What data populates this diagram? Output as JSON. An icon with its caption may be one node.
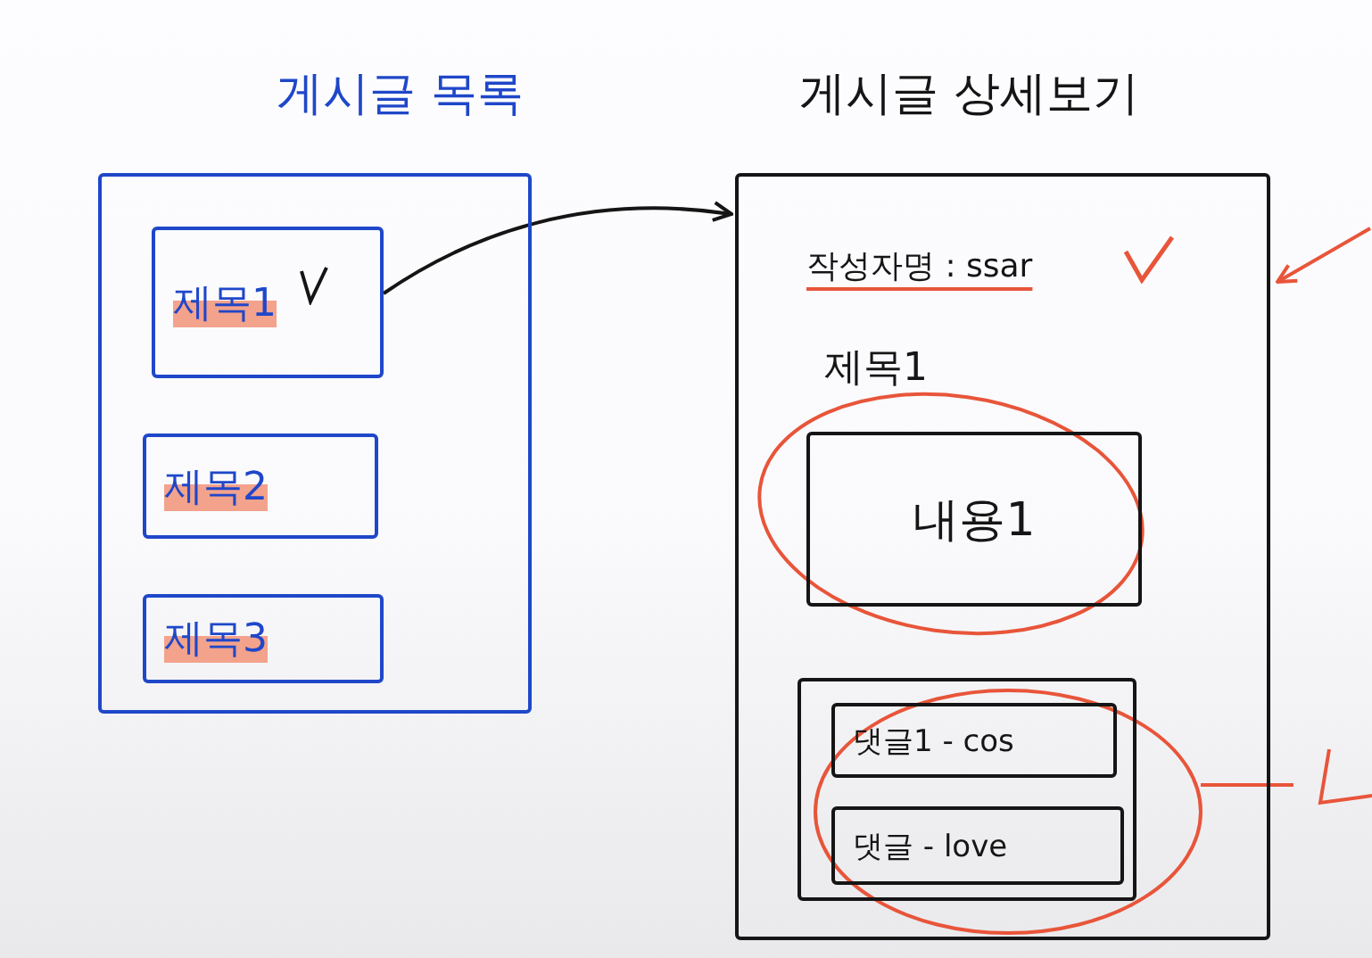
{
  "diagram": {
    "nodes": [
      {
        "text": [
          "게시글 목록"
        ]
      },
      {
        "text": [
          "제목1"
        ],
        "in": 0
      },
      {
        "text": [
          "제목2"
        ],
        "in": 0
      },
      {
        "text": [
          "제목3"
        ],
        "in": 0
      },
      {
        "text": [
          "게시글 상세보기",
          "작성자명 : ssar",
          "제목1"
        ]
      },
      {
        "text": [
          "내용1"
        ],
        "in": 4
      },
      {
        "text": [],
        "shape": "box",
        "in": 4
      },
      {
        "text": [
          "댓글1 - cos"
        ],
        "in": 6
      },
      {
        "text": [
          "댓글 - love"
        ],
        "in": 6
      }
    ],
    "edges": [
      {
        "from": 1,
        "to": 4,
        "arrow": "to"
      },
      {
        "from": null,
        "to": 4,
        "arrow": "to",
        "color": "#e8553a"
      }
    ]
  }
}
